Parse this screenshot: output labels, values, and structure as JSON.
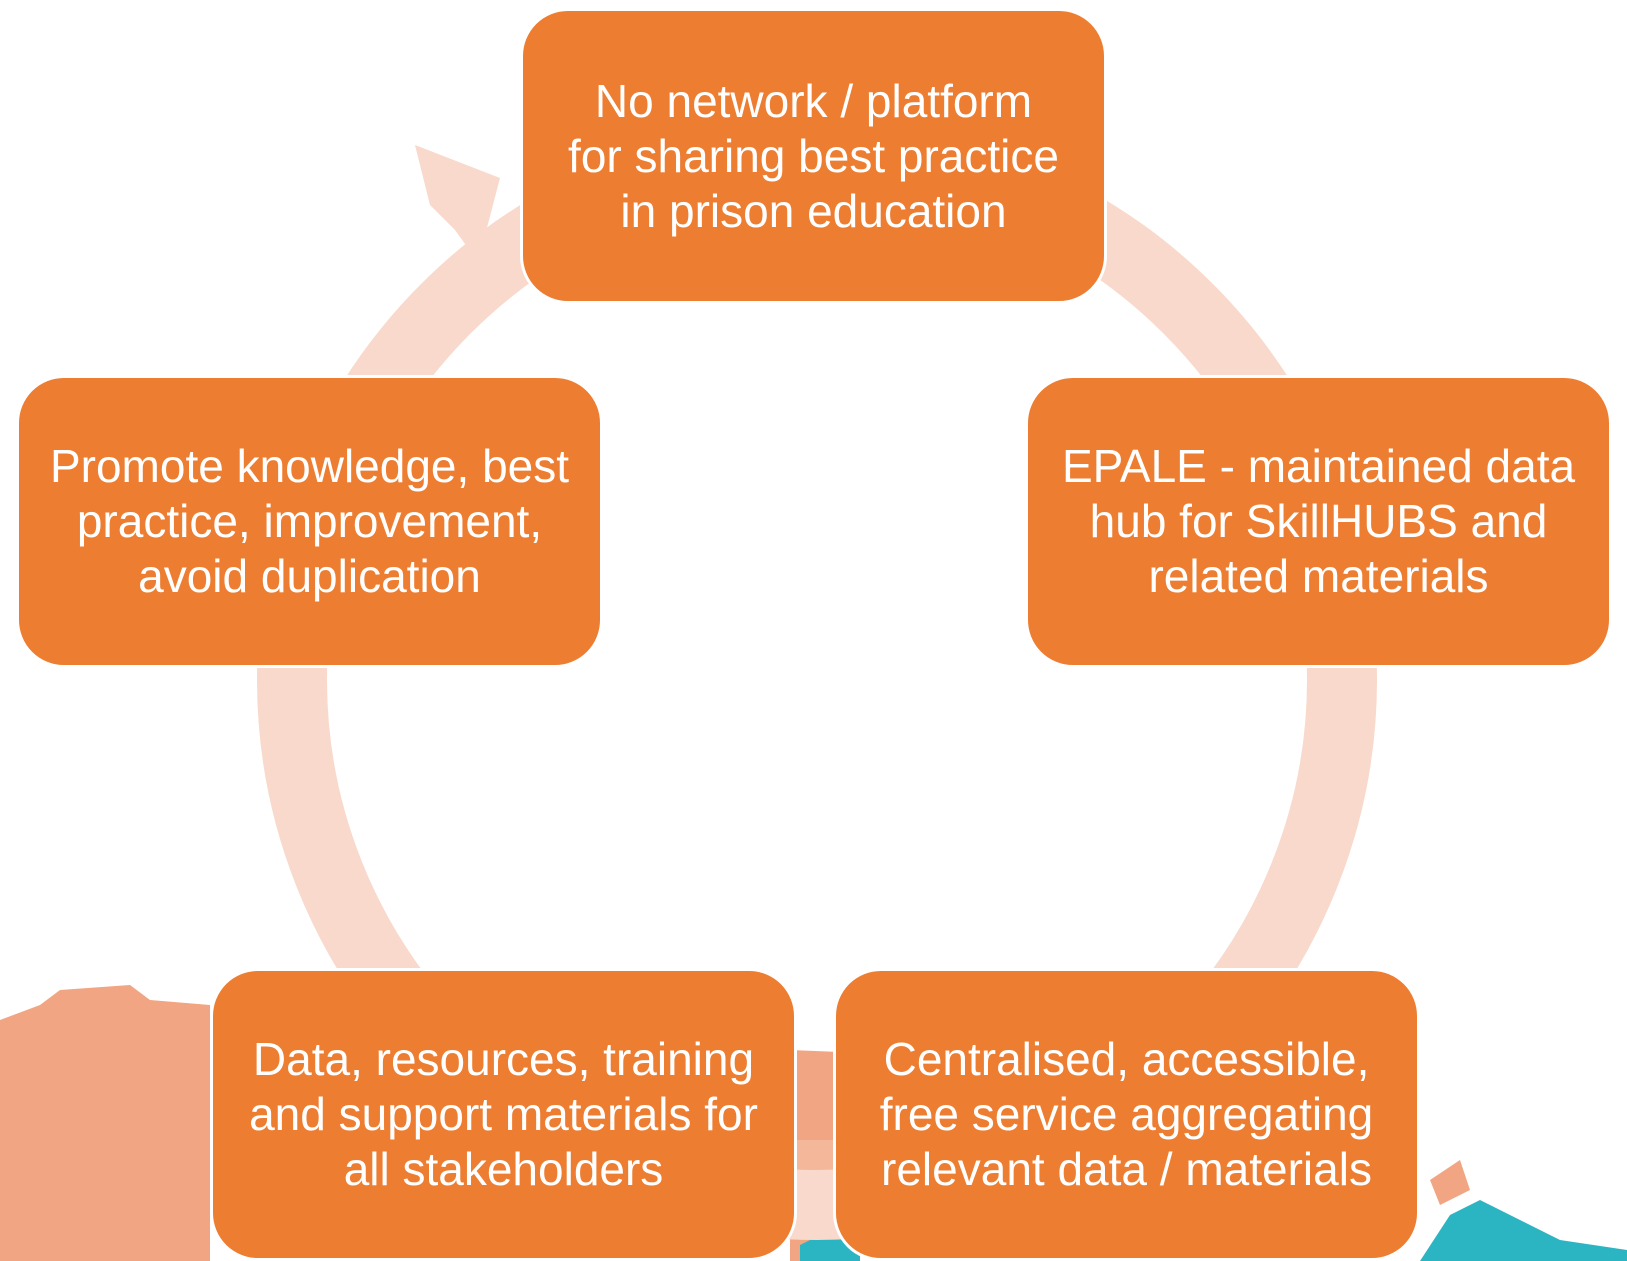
{
  "diagram": {
    "type": "cycle",
    "colors": {
      "node_fill": "#ED7D31",
      "node_text": "#FFFFFF",
      "arrow": "#F8D9CC",
      "background_orange": "#F2A582",
      "background_teal": "#2BB5C3"
    },
    "nodes": [
      {
        "id": "top",
        "text": "No network / platform\nfor sharing best practice\nin prison education"
      },
      {
        "id": "right",
        "text": "EPALE - maintained data\nhub for SkillHUBS and\nrelated materials"
      },
      {
        "id": "bottom-right",
        "text": "Centralised, accessible,\nfree service aggregating\nrelevant data / materials"
      },
      {
        "id": "bottom-left",
        "text": "Data, resources, training\nand support materials for\nall stakeholders"
      },
      {
        "id": "left",
        "text": "Promote knowledge, best\npractice, improvement,\navoid duplication"
      }
    ]
  }
}
